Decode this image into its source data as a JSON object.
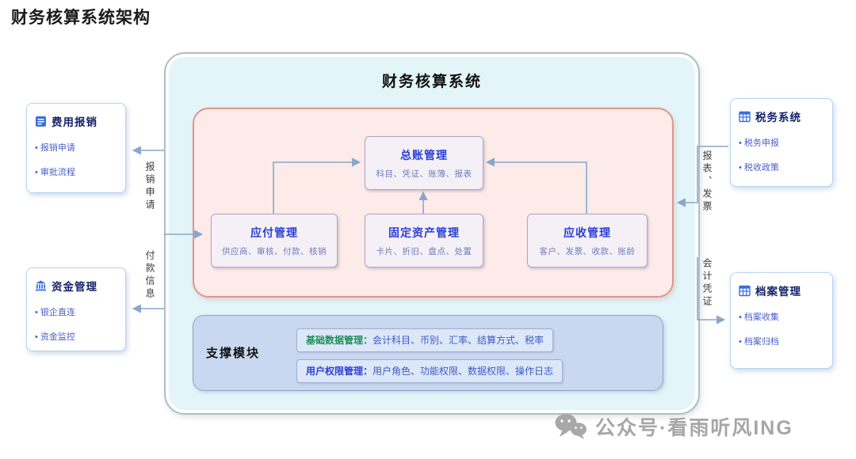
{
  "page_title": "财务核算系统架构",
  "system": {
    "title": "财务核算系统",
    "modules": {
      "gl": {
        "title": "总账管理",
        "subtitle": "科目、凭证、账簿、报表"
      },
      "ap": {
        "title": "应付管理",
        "subtitle": "供应商、审核、付款、核销"
      },
      "fa": {
        "title": "固定资产管理",
        "subtitle": "卡片、折旧、盘点、处置"
      },
      "ar": {
        "title": "应收管理",
        "subtitle": "客户、发票、收款、账龄"
      }
    },
    "support": {
      "title": "支撑模块",
      "rows": [
        {
          "label": "基础数据管理：",
          "text": "会计科目、币别、汇率、结算方式、税率",
          "label_color": "#1e8e5a"
        },
        {
          "label": "用户权限管理：",
          "text": "用户角色、功能权限、数据权限、操作日志",
          "label_color": "#2b3fd4"
        }
      ]
    }
  },
  "external_systems": {
    "expense": {
      "title": "费用报销",
      "icon": "document-icon",
      "items": [
        "报销申请",
        "审批流程"
      ]
    },
    "funds": {
      "title": "资金管理",
      "icon": "bank-icon",
      "items": [
        "银企直连",
        "资金监控"
      ]
    },
    "tax": {
      "title": "税务系统",
      "icon": "spreadsheet-icon",
      "items": [
        "税务申报",
        "税收政策"
      ]
    },
    "archive": {
      "title": "档案管理",
      "icon": "spreadsheet-icon",
      "items": [
        "档案收集",
        "档案归档"
      ]
    }
  },
  "connector_labels": {
    "expense": "报销申请",
    "funds": "付款信息",
    "tax": "报表、发票",
    "archive": "会计凭证"
  },
  "watermark": {
    "text": "公众号·看雨听风ING",
    "icon": "wechat-icon"
  },
  "colors": {
    "system_fill": "#e3f5f8",
    "core_fill": "#fcebe8",
    "support_fill": "#c9d7f0",
    "module_title": "#2b3fd4",
    "module_subtitle": "#6f7cb8",
    "green_label": "#1e8e5a",
    "blue_label": "#2b3fd4",
    "arrow": "#8aa6cc",
    "side_title": "#15246b",
    "side_item": "#4a5fc5"
  }
}
